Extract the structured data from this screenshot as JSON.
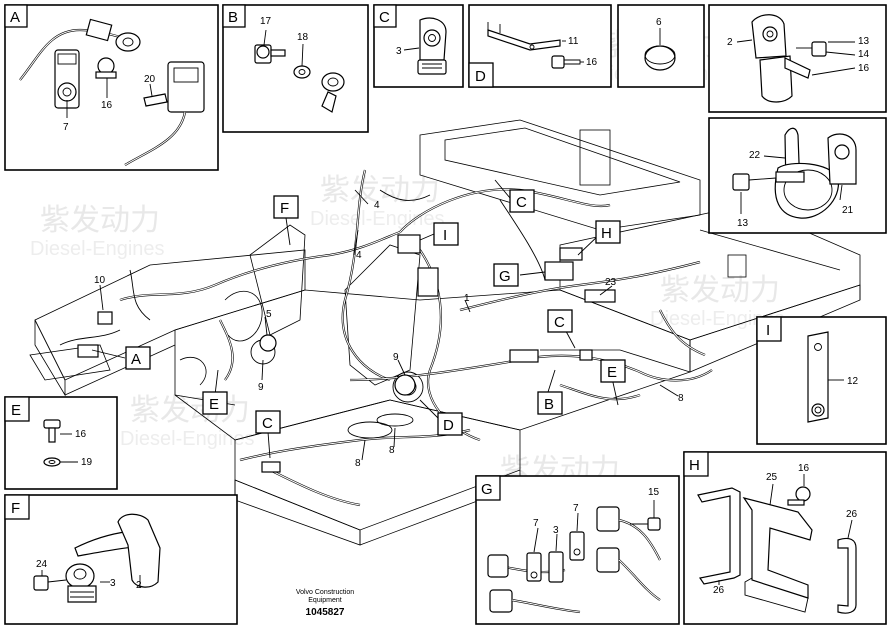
{
  "watermark": {
    "cn": "紫发动力",
    "en": "Diesel-Engines"
  },
  "footer": {
    "maker": "Volvo Construction",
    "sub": "Equipment",
    "number": "1045827"
  },
  "panels": {
    "A": {
      "letter": "A",
      "callouts": [
        "7",
        "16",
        "20"
      ]
    },
    "B": {
      "letter": "B",
      "callouts": [
        "17",
        "18"
      ]
    },
    "C": {
      "letter": "C",
      "callouts": [
        "3"
      ]
    },
    "D": {
      "letter": "D",
      "callouts": [
        "11",
        "16"
      ]
    },
    "six": {
      "callouts": [
        "6"
      ]
    },
    "top_right": {
      "callouts": [
        "2",
        "13",
        "14",
        "16"
      ]
    },
    "clamp": {
      "callouts": [
        "22",
        "21",
        "13"
      ]
    },
    "I": {
      "letter": "I",
      "callouts": [
        "12"
      ]
    },
    "E": {
      "letter": "E",
      "callouts": [
        "16",
        "19"
      ]
    },
    "F": {
      "letter": "F",
      "callouts": [
        "24",
        "3",
        "2"
      ]
    },
    "G": {
      "letter": "G",
      "callouts": [
        "15",
        "7",
        "3",
        "7"
      ]
    },
    "H": {
      "letter": "H",
      "callouts": [
        "25",
        "16",
        "26",
        "26"
      ]
    }
  },
  "main": {
    "markers": [
      "F",
      "I",
      "C",
      "H",
      "G",
      "A",
      "C",
      "E",
      "B",
      "D",
      "E",
      "C"
    ],
    "callouts": [
      "4",
      "4",
      "10",
      "5",
      "9",
      "1",
      "9",
      "23",
      "8",
      "8",
      "8"
    ]
  }
}
